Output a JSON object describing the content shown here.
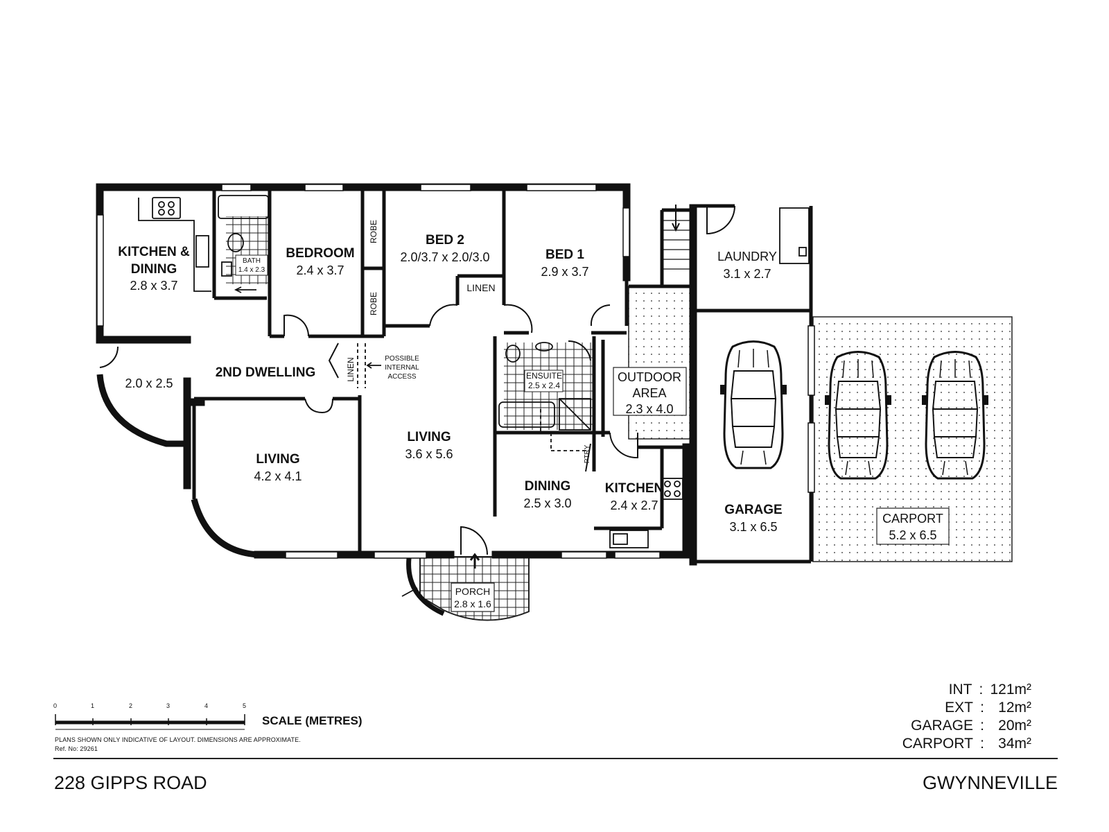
{
  "rooms": {
    "kitchen_dining": {
      "name_line1": "KITCHEN &",
      "name_line2": "DINING",
      "dims": "2.8 x 3.7"
    },
    "bath": {
      "name": "BATH",
      "dims": "1.4 x 2.3"
    },
    "bedroom": {
      "name": "BEDROOM",
      "dims": "2.4 x 3.7"
    },
    "robe_upper": {
      "name": "ROBE"
    },
    "robe_lower": {
      "name": "ROBE"
    },
    "bed2": {
      "name": "BED 2",
      "dims": "2.0/3.7 x 2.0/3.0"
    },
    "linen_upper": {
      "name": "LINEN"
    },
    "bed1": {
      "name": "BED 1",
      "dims": "2.9 x 3.7"
    },
    "laundry": {
      "name": "LAUNDRY",
      "dims": "3.1 x 2.7"
    },
    "entry": {
      "dims": "2.0 x 2.5"
    },
    "second_dwelling": {
      "name": "2ND DWELLING"
    },
    "linen_side": {
      "name": "LINEN"
    },
    "internal_access": {
      "line1": "POSSIBLE",
      "line2": "INTERNAL",
      "line3": "ACCESS"
    },
    "ensuite": {
      "name": "ENSUITE",
      "dims": "2.5 x 2.4"
    },
    "outdoor": {
      "name_line1": "OUTDOOR",
      "name_line2": "AREA",
      "dims": "2.3 x 4.0"
    },
    "living_left": {
      "name": "LIVING",
      "dims": "4.2 x 4.1"
    },
    "living_main": {
      "name": "LIVING",
      "dims": "3.6 x 5.6"
    },
    "pantry": {
      "name": "PTRY"
    },
    "dining": {
      "name": "DINING",
      "dims": "2.5 x 3.0"
    },
    "kitchen": {
      "name": "KITCHEN",
      "dims": "2.4 x 2.7"
    },
    "garage": {
      "name": "GARAGE",
      "dims": "3.1 x 6.5"
    },
    "carport": {
      "name": "CARPORT",
      "dims": "5.2 x 6.5"
    },
    "porch": {
      "name": "PORCH",
      "dims": "2.8 x 1.6"
    }
  },
  "scale": {
    "ticks": [
      "0",
      "1",
      "2",
      "3",
      "4",
      "5"
    ],
    "label": "SCALE (METRES)"
  },
  "notes": {
    "disclaimer": "PLANS SHOWN ONLY INDICATIVE OF LAYOUT.  DIMENSIONS ARE APPROXIMATE.",
    "ref": "Ref. No: 29261"
  },
  "areas": [
    {
      "label": "INT",
      "value": "121m²"
    },
    {
      "label": "EXT",
      "value": "12m²"
    },
    {
      "label": "GARAGE",
      "value": "20m²"
    },
    {
      "label": "CARPORT",
      "value": "34m²"
    }
  ],
  "address": "228 GIPPS ROAD",
  "suburb": "GWYNNEVILLE",
  "colors": {
    "wall": "#111111",
    "line": "#222222",
    "dots": "#555555"
  }
}
